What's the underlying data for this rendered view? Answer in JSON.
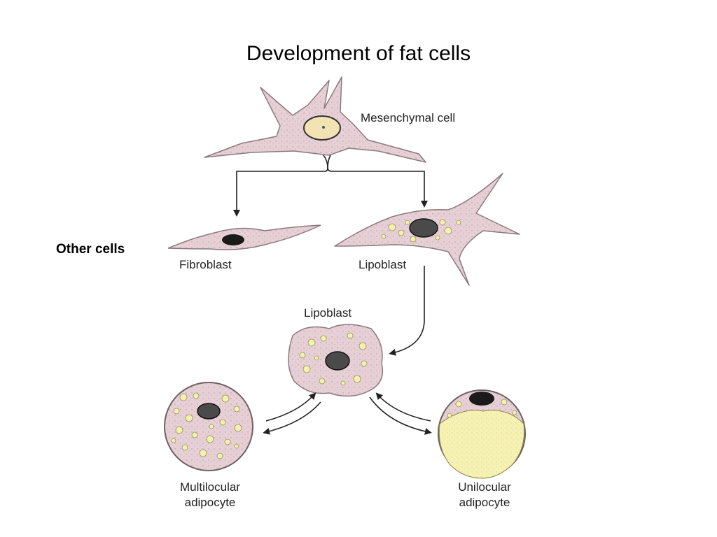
{
  "title": "Development of fat cells",
  "side_label": "Other cells",
  "cells": {
    "mesenchymal": "Mesenchymal cell",
    "fibroblast": "Fibroblast",
    "lipoblast_elongated": "Lipoblast",
    "lipoblast_round": "Lipoblast",
    "multilocular_line1": "Multilocular",
    "multilocular_line2": "adipocyte",
    "unilocular_line1": "Unilocular",
    "unilocular_line2": "adipocyte"
  },
  "colors": {
    "cytoplasm": "#e7cfd6",
    "cytoplasm_outline": "#8a7a80",
    "lipid": "#f3f0b0",
    "nucleus_pale": "#f1e3b3",
    "nucleus_dark": "#1a1a1a",
    "arrow": "#222222"
  }
}
